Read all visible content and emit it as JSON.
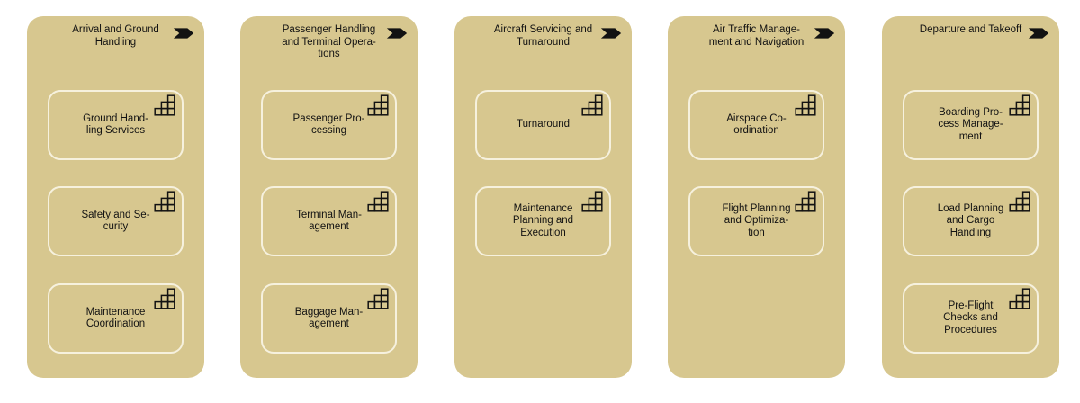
{
  "diagram": {
    "type": "value-stream-capability-map",
    "colors": {
      "background": "#ffffff",
      "group_fill": "#d7c78f",
      "item_border": "#f6f1de",
      "text": "#121212",
      "icon": "#121212"
    },
    "icons": {
      "group_marker": "value-stream-arrow-icon",
      "item_marker": "capability-grid-icon"
    }
  },
  "groups": [
    {
      "title": "Arrival and Ground\nHandling",
      "items": [
        {
          "label": "Ground Hand-\nling Services"
        },
        {
          "label": "Safety and Se-\ncurity"
        },
        {
          "label": "Maintenance\nCoordination"
        }
      ]
    },
    {
      "title": "Passenger Handling\nand Terminal Opera-\ntions",
      "items": [
        {
          "label": "Passenger Pro-\ncessing"
        },
        {
          "label": "Terminal Man-\nagement"
        },
        {
          "label": "Baggage Man-\nagement"
        }
      ]
    },
    {
      "title": "Aircraft Servicing and\nTurnaround",
      "items": [
        {
          "label": "Turnaround"
        },
        {
          "label": "Maintenance\nPlanning and\nExecution"
        }
      ]
    },
    {
      "title": "Air Traffic Manage-\nment and Navigation",
      "items": [
        {
          "label": "Airspace Co-\nordination"
        },
        {
          "label": "Flight Planning\nand Optimiza-\ntion"
        }
      ]
    },
    {
      "title": "Departure and Takeoff",
      "items": [
        {
          "label": "Boarding Pro-\ncess Manage-\nment"
        },
        {
          "label": "Load Planning\nand Cargo\nHandling"
        },
        {
          "label": "Pre-Flight\nChecks and\nProcedures"
        }
      ]
    }
  ]
}
